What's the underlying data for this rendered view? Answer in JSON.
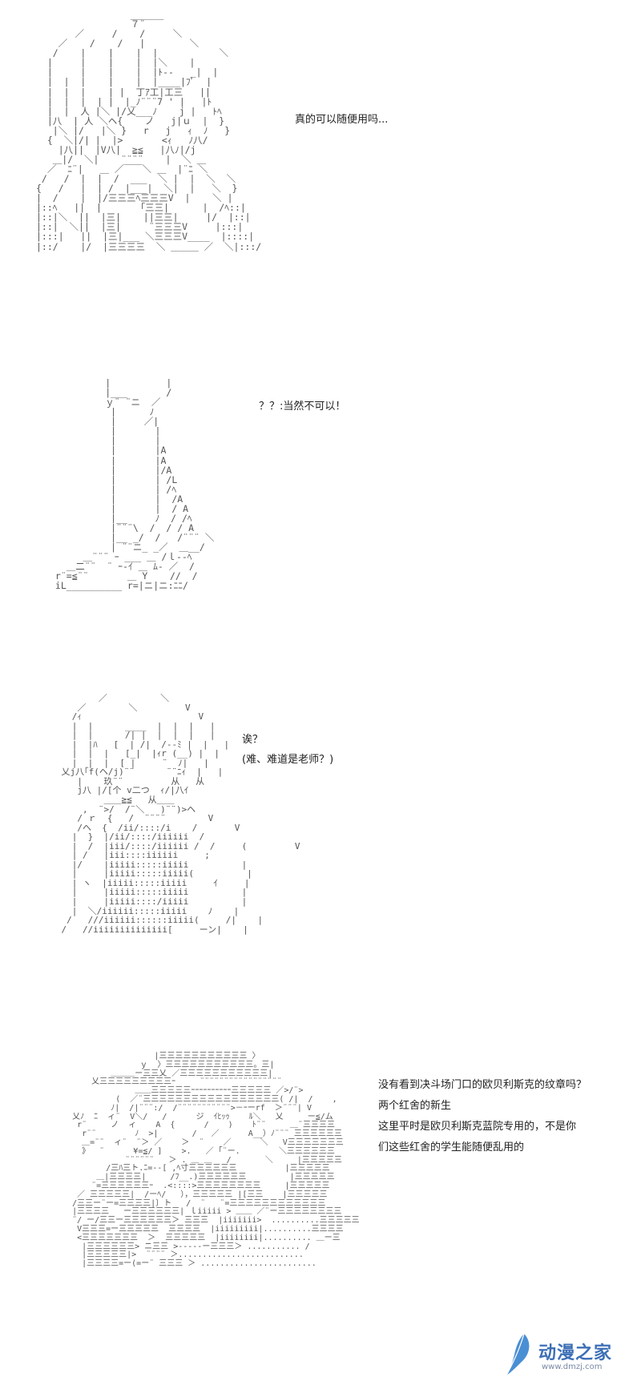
{
  "panels": [
    {
      "id": "p1",
      "lines": [
        "真的可以随便用吗..."
      ]
    },
    {
      "id": "p2",
      "lines": [
        "？？:当然不可以！"
      ]
    },
    {
      "id": "p3",
      "lines": [
        "诶？",
        "(难、难道是老师？)"
      ]
    },
    {
      "id": "p4",
      "lines": [
        "没有看到决斗场门口的欧贝利斯克的纹章吗？",
        "两个红舍的新生",
        "这里平时是欧贝利斯克蓝院专用的，不是你",
        "们这些红舍的学生能随便乱用的"
      ]
    }
  ],
  "watermark": {
    "brand": "动漫之家",
    "url": "www.dmzj.com",
    "color": "#3d6fb6"
  }
}
